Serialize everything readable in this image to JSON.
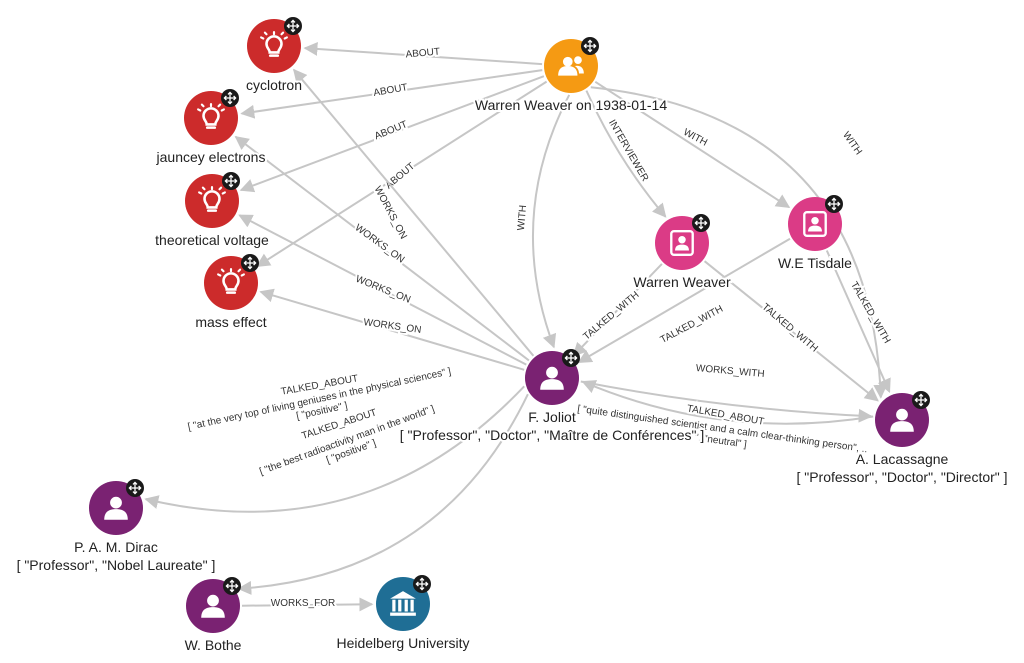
{
  "colors": {
    "concept": "#cc2b2b",
    "event": "#f59a13",
    "interviewer": "#db3b86",
    "person": "#7a2272",
    "organization": "#1f6e95",
    "edge": "#c6c6c6",
    "badge": "#1a1a1a"
  },
  "nodes": [
    {
      "id": "cyclotron",
      "type": "concept",
      "icon": "lightbulb-icon",
      "label": "cyclotron",
      "sublabel": ""
    },
    {
      "id": "jauncey",
      "type": "concept",
      "icon": "lightbulb-icon",
      "label": "jauncey electrons",
      "sublabel": ""
    },
    {
      "id": "voltage",
      "type": "concept",
      "icon": "lightbulb-icon",
      "label": "theoretical voltage",
      "sublabel": ""
    },
    {
      "id": "mass",
      "type": "concept",
      "icon": "lightbulb-icon",
      "label": "mass effect",
      "sublabel": ""
    },
    {
      "id": "event",
      "type": "event",
      "icon": "group-icon",
      "label": "Warren Weaver on 1938-01-14",
      "sublabel": ""
    },
    {
      "id": "weaver",
      "type": "interviewer",
      "icon": "person-card-icon",
      "label": "Warren Weaver",
      "sublabel": ""
    },
    {
      "id": "tisdale",
      "type": "interviewer",
      "icon": "person-card-icon",
      "label": "W.E Tisdale",
      "sublabel": ""
    },
    {
      "id": "joliot",
      "type": "person",
      "icon": "person-icon",
      "label": "F. Joliot",
      "sublabel": "[ \"Professor\", \"Doctor\", \"Maître de Conférences\" ]"
    },
    {
      "id": "lacassagne",
      "type": "person",
      "icon": "person-icon",
      "label": "A. Lacassagne",
      "sublabel": "[ \"Professor\", \"Doctor\", \"Director\" ]"
    },
    {
      "id": "dirac",
      "type": "person",
      "icon": "person-icon",
      "label": "P. A. M. Dirac",
      "sublabel": "[ \"Professor\", \"Nobel Laureate\" ]"
    },
    {
      "id": "bothe",
      "type": "person",
      "icon": "person-icon",
      "label": "W. Bothe",
      "sublabel": ""
    },
    {
      "id": "heidelberg",
      "type": "organization",
      "icon": "university-icon",
      "label": "Heidelberg University",
      "sublabel": ""
    }
  ],
  "edges": [
    {
      "id": "e1",
      "from": "event",
      "to": "cyclotron",
      "label": "ABOUT"
    },
    {
      "id": "e2",
      "from": "event",
      "to": "jauncey",
      "label": "ABOUT"
    },
    {
      "id": "e3",
      "from": "event",
      "to": "voltage",
      "label": "ABOUT"
    },
    {
      "id": "e4",
      "from": "event",
      "to": "mass",
      "label": "ABOUT"
    },
    {
      "id": "e5",
      "from": "event",
      "to": "weaver",
      "label": "INTERVIEWER"
    },
    {
      "id": "e6",
      "from": "event",
      "to": "tisdale",
      "label": "WITH"
    },
    {
      "id": "e7",
      "from": "event",
      "to": "joliot",
      "label": "WITH"
    },
    {
      "id": "e8",
      "from": "event",
      "to": "lacassagne",
      "label": "WITH"
    },
    {
      "id": "e9",
      "from": "joliot",
      "to": "cyclotron",
      "label": "WORKS_ON"
    },
    {
      "id": "e10",
      "from": "joliot",
      "to": "jauncey",
      "label": "WORKS_ON"
    },
    {
      "id": "e11",
      "from": "joliot",
      "to": "voltage",
      "label": "WORKS_ON"
    },
    {
      "id": "e12",
      "from": "joliot",
      "to": "mass",
      "label": "WORKS_ON"
    },
    {
      "id": "e13",
      "from": "weaver",
      "to": "joliot",
      "label": "TALKED_WITH"
    },
    {
      "id": "e14",
      "from": "tisdale",
      "to": "joliot",
      "label": "TALKED_WITH"
    },
    {
      "id": "e15",
      "from": "weaver",
      "to": "lacassagne",
      "label": "TALKED_WITH"
    },
    {
      "id": "e16",
      "from": "tisdale",
      "to": "lacassagne",
      "label": "TALKED_WITH"
    },
    {
      "id": "e17",
      "from": "lacassagne",
      "to": "joliot",
      "label": "WORKS_WITH"
    },
    {
      "id": "e18",
      "from": "joliot",
      "to": "lacassagne",
      "label": "TALKED_ABOUT"
    },
    {
      "id": "e19",
      "from": "joliot",
      "to": "dirac",
      "label": "TALKED_ABOUT"
    },
    {
      "id": "e20",
      "from": "joliot",
      "to": "bothe",
      "label": "TALKED_ABOUT"
    },
    {
      "id": "e21",
      "from": "bothe",
      "to": "heidelberg",
      "label": "WORKS_FOR"
    }
  ],
  "annotations": [
    {
      "id": "a1",
      "lines": [
        "[ \"at the very top of living geniuses in the physical sciences\" ]",
        "[ \"positive\" ]"
      ]
    },
    {
      "id": "a2",
      "lines": [
        "[ \"the best radioactivity man in the world\" ]",
        "[ \"positive\" ]"
      ]
    },
    {
      "id": "a3",
      "lines": [
        "[ \"quite distinguished scientist and a calm clear-thinking person\",...",
        "\", \"neutral\" ]"
      ]
    }
  ]
}
